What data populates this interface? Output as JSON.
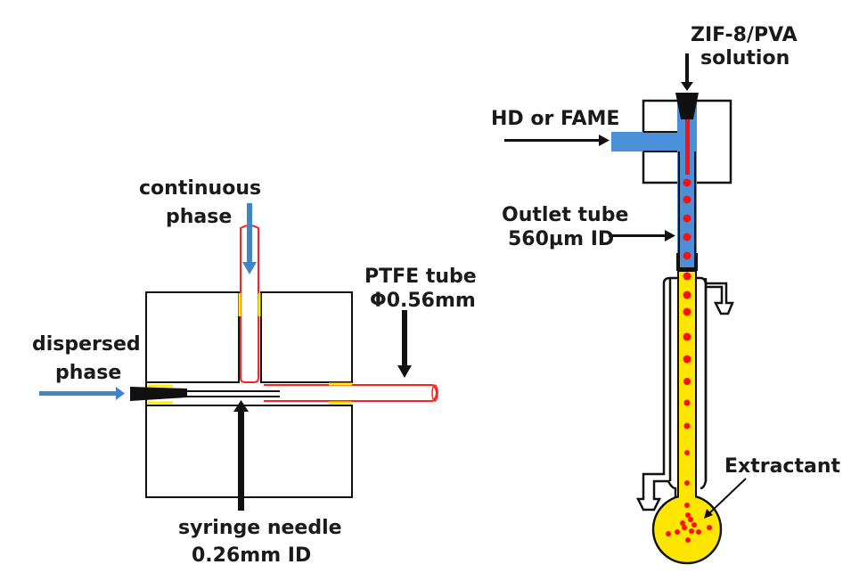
{
  "colors": {
    "tube_outline": "#ff2020",
    "seal": "#ffee00",
    "flow_arrow": "#3f86c8",
    "channel_fill": "#4a90d9",
    "droplet": "#ff1010",
    "extractant_fill": "#ffe600",
    "line": "#111111"
  },
  "left_panel": {
    "continuous_phase": [
      "continuous",
      "phase"
    ],
    "dispersed_phase": [
      "dispersed",
      "phase"
    ],
    "ptfe_tube": [
      "PTFE tube",
      "Φ0.56mm"
    ],
    "syringe_needle": [
      "syringe needle",
      "0.26mm ID"
    ]
  },
  "right_panel": {
    "zif_solution": [
      "ZIF-8/PVA",
      "solution"
    ],
    "hd_fame": "HD or FAME",
    "outlet_tube": [
      "Outlet tube",
      "560µm ID"
    ],
    "extractant": "Extractant"
  }
}
